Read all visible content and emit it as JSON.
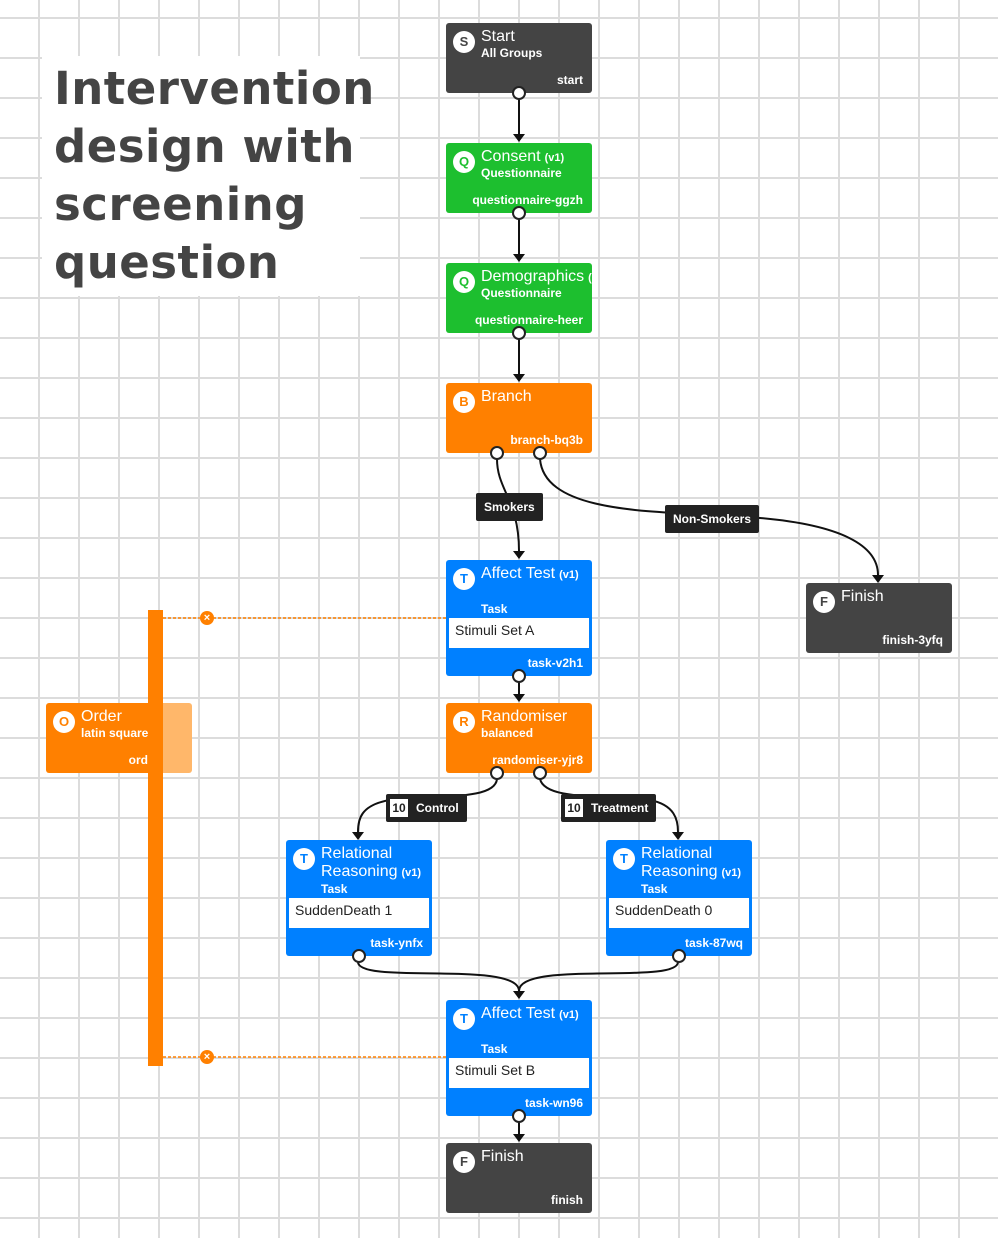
{
  "title": "Intervention design with screening question",
  "colors": {
    "dark": "#444444",
    "questionnaire": "#1dbf2f",
    "orange": "#ff8000",
    "task": "#0080ff",
    "label": "#222222"
  },
  "nodes": [
    {
      "icon": "S",
      "name": "Start",
      "version": "",
      "type": "All Groups",
      "param": "",
      "id": "start",
      "color": "dark"
    },
    {
      "icon": "Q",
      "name": "Consent",
      "version": "(v1)",
      "type": "Questionnaire",
      "param": "",
      "id": "questionnaire-ggzh",
      "color": "questionnaire"
    },
    {
      "icon": "Q",
      "name": "Demographics",
      "version": "(",
      "type": "Questionnaire",
      "param": "",
      "id": "questionnaire-heer",
      "color": "questionnaire"
    },
    {
      "icon": "B",
      "name": "Branch",
      "version": "",
      "type": "",
      "param": "",
      "id": "branch-bq3b",
      "color": "orange"
    },
    {
      "icon": "T",
      "name": "Affect Test",
      "version": "(v1)",
      "type": "Task",
      "param": "Stimuli Set A",
      "id": "task-v2h1",
      "color": "task"
    },
    {
      "icon": "F",
      "name": "Finish",
      "version": "",
      "type": "",
      "param": "",
      "id": "finish-3yfq",
      "color": "dark"
    },
    {
      "icon": "R",
      "name": "Randomiser",
      "version": "",
      "type": "balanced",
      "param": "",
      "id": "randomiser-yjr8",
      "color": "orange"
    },
    {
      "icon": "O",
      "name": "Order",
      "version": "",
      "type": "latin square",
      "param": "",
      "id": "ord",
      "color": "orange"
    },
    {
      "icon": "T",
      "name": "Relational Reasoning",
      "version": "(v1)",
      "type": "Task",
      "param": "SuddenDeath 1",
      "id": "task-ynfx",
      "color": "task"
    },
    {
      "icon": "T",
      "name": "Relational Reasoning",
      "version": "(v1)",
      "type": "Task",
      "param": "SuddenDeath 0",
      "id": "task-87wq",
      "color": "task"
    },
    {
      "icon": "T",
      "name": "Affect Test",
      "version": "(v1)",
      "type": "Task",
      "param": "Stimuli Set B",
      "id": "task-wn96",
      "color": "task"
    },
    {
      "icon": "F",
      "name": "Finish",
      "version": "",
      "type": "",
      "param": "",
      "id": "finish",
      "color": "dark"
    }
  ],
  "edge_labels": [
    {
      "text": "Smokers",
      "count": ""
    },
    {
      "text": "Non-Smokers",
      "count": ""
    },
    {
      "text": "Control",
      "count": "10"
    },
    {
      "text": "Treatment",
      "count": "10"
    }
  ],
  "order_close_icon": "close-icon"
}
